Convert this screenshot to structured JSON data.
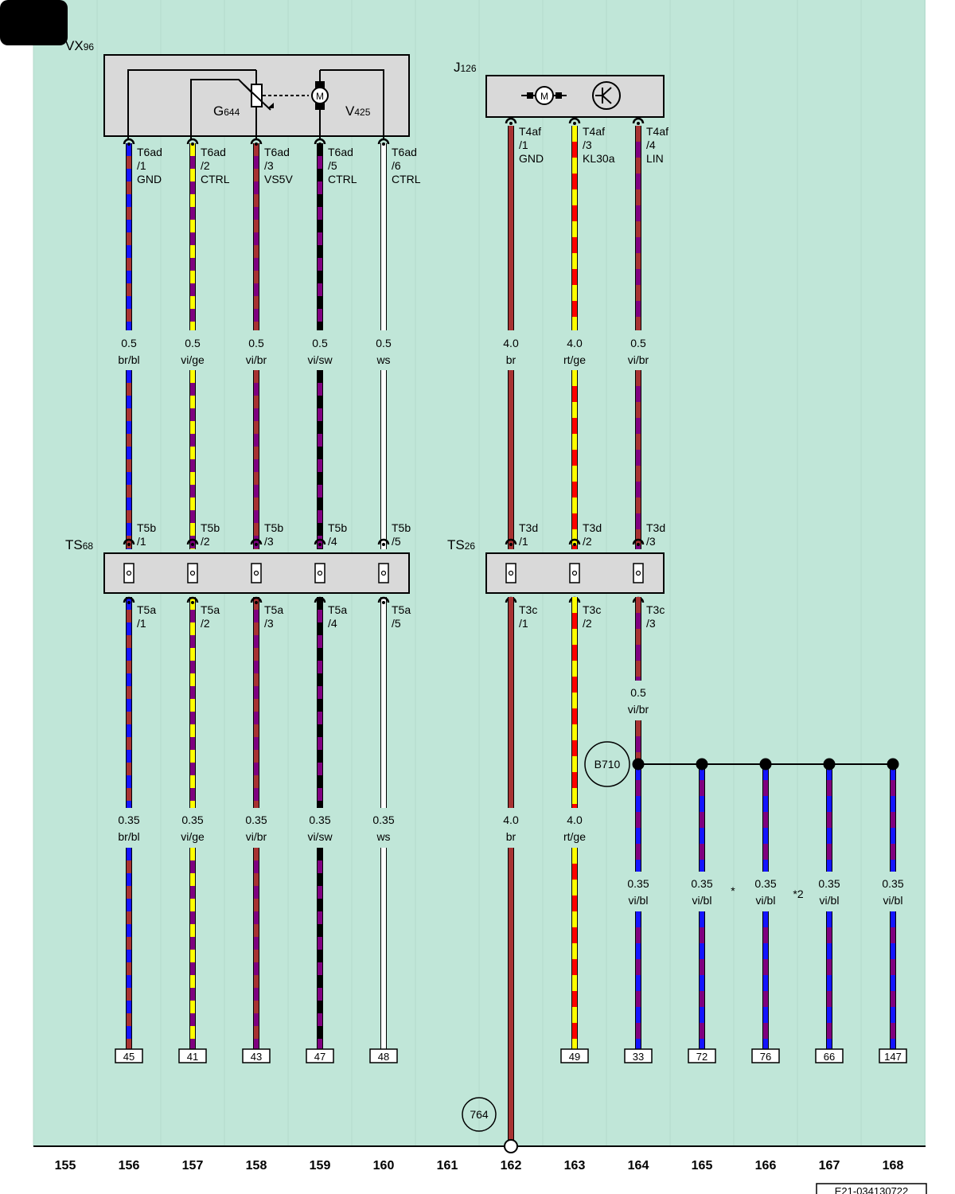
{
  "page_tab": "",
  "components": {
    "vx96": {
      "name": "VX",
      "sub": "96"
    },
    "g644": {
      "name": "G",
      "sub": "644"
    },
    "v425": {
      "name": "V",
      "sub": "425"
    },
    "j126": {
      "name": "J",
      "sub": "126"
    },
    "ts68": {
      "name": "TS",
      "sub": "68"
    },
    "ts26": {
      "name": "TS",
      "sub": "26"
    },
    "motor_symbol": "M"
  },
  "wires": [
    {
      "col": 156,
      "colors": [
        "#a83232",
        "#1414ff"
      ],
      "top_pin": [
        "T6ad",
        "/1",
        "GND"
      ],
      "upper": {
        "size": "0.5",
        "color": "br/bl"
      },
      "t5b": [
        "T5b",
        "/1"
      ],
      "t5a": [
        "T5a",
        "/1"
      ],
      "lower": {
        "size": "0.35",
        "color": "br/bl"
      },
      "ref": "45"
    },
    {
      "col": 157,
      "colors": [
        "#800080",
        "#ffff00"
      ],
      "top_pin": [
        "T6ad",
        "/2",
        "CTRL"
      ],
      "upper": {
        "size": "0.5",
        "color": "vi/ge"
      },
      "t5b": [
        "T5b",
        "/2"
      ],
      "t5a": [
        "T5a",
        "/2"
      ],
      "lower": {
        "size": "0.35",
        "color": "vi/ge"
      },
      "ref": "41"
    },
    {
      "col": 158,
      "colors": [
        "#800080",
        "#a83232"
      ],
      "top_pin": [
        "T6ad",
        "/3",
        "VS5V"
      ],
      "upper": {
        "size": "0.5",
        "color": "vi/br"
      },
      "t5b": [
        "T5b",
        "/3"
      ],
      "t5a": [
        "T5a",
        "/3"
      ],
      "lower": {
        "size": "0.35",
        "color": "vi/br"
      },
      "ref": "43"
    },
    {
      "col": 159,
      "colors": [
        "#800080",
        "#000000"
      ],
      "top_pin": [
        "T6ad",
        "/5",
        "CTRL"
      ],
      "upper": {
        "size": "0.5",
        "color": "vi/sw"
      },
      "t5b": [
        "T5b",
        "/4"
      ],
      "t5a": [
        "T5a",
        "/4"
      ],
      "lower": {
        "size": "0.35",
        "color": "vi/sw"
      },
      "ref": "47"
    },
    {
      "col": 160,
      "colors": [
        "#ffffff",
        "#ffffff"
      ],
      "top_pin": [
        "T6ad",
        "/6",
        "CTRL"
      ],
      "upper": {
        "size": "0.5",
        "color": "ws"
      },
      "t5b": [
        "T5b",
        "/5"
      ],
      "t5a": [
        "T5a",
        "/5"
      ],
      "lower": {
        "size": "0.35",
        "color": "ws"
      },
      "ref": "48"
    }
  ],
  "right_wires": [
    {
      "col": 162,
      "colors": [
        "#a83232",
        "#a83232"
      ],
      "top_pin": [
        "T4af",
        "/1",
        "GND"
      ],
      "upper": {
        "size": "4.0",
        "color": "br"
      },
      "t3d": [
        "T3d",
        "/1"
      ],
      "t3c": [
        "T3c",
        "/1"
      ],
      "lower": {
        "size": "4.0",
        "color": "br"
      }
    },
    {
      "col": 163,
      "colors": [
        "#ff0000",
        "#ffff00"
      ],
      "top_pin": [
        "T4af",
        "/3",
        "KL30a"
      ],
      "upper": {
        "size": "4.0",
        "color": "rt/ge"
      },
      "t3d": [
        "T3d",
        "/2"
      ],
      "t3c": [
        "T3c",
        "/2"
      ],
      "lower": {
        "size": "4.0",
        "color": "rt/ge"
      },
      "ref": "49"
    },
    {
      "col": 164,
      "colors": [
        "#800080",
        "#a83232"
      ],
      "top_pin": [
        "T4af",
        "/4",
        "LIN"
      ],
      "upper": {
        "size": "0.5",
        "color": "vi/br"
      },
      "t3d": [
        "T3d",
        "/3"
      ],
      "t3c": [
        "T3c",
        "/3"
      ],
      "mid": {
        "size": "0.5",
        "color": "vi/br"
      }
    }
  ],
  "branch": {
    "splice": "B710",
    "wires": [
      {
        "col": 164,
        "size": "0.35",
        "color": "vi/bl",
        "ref": "33"
      },
      {
        "col": 165,
        "size": "0.35",
        "color": "vi/bl",
        "ref": "72"
      },
      {
        "col": 166,
        "size": "0.35",
        "color": "vi/bl",
        "ref": "76"
      },
      {
        "col": 167,
        "size": "0.35",
        "color": "vi/bl",
        "ref": "66"
      },
      {
        "col": 168,
        "size": "0.35",
        "color": "vi/bl",
        "ref": "147"
      }
    ],
    "colors": [
      "#800080",
      "#1414ff"
    ],
    "notes": [
      "*",
      "*2"
    ]
  },
  "ground_point": "764",
  "columns": [
    "155",
    "156",
    "157",
    "158",
    "159",
    "160",
    "161",
    "162",
    "163",
    "164",
    "165",
    "166",
    "167",
    "168"
  ],
  "footer_code": "E21-034130722"
}
